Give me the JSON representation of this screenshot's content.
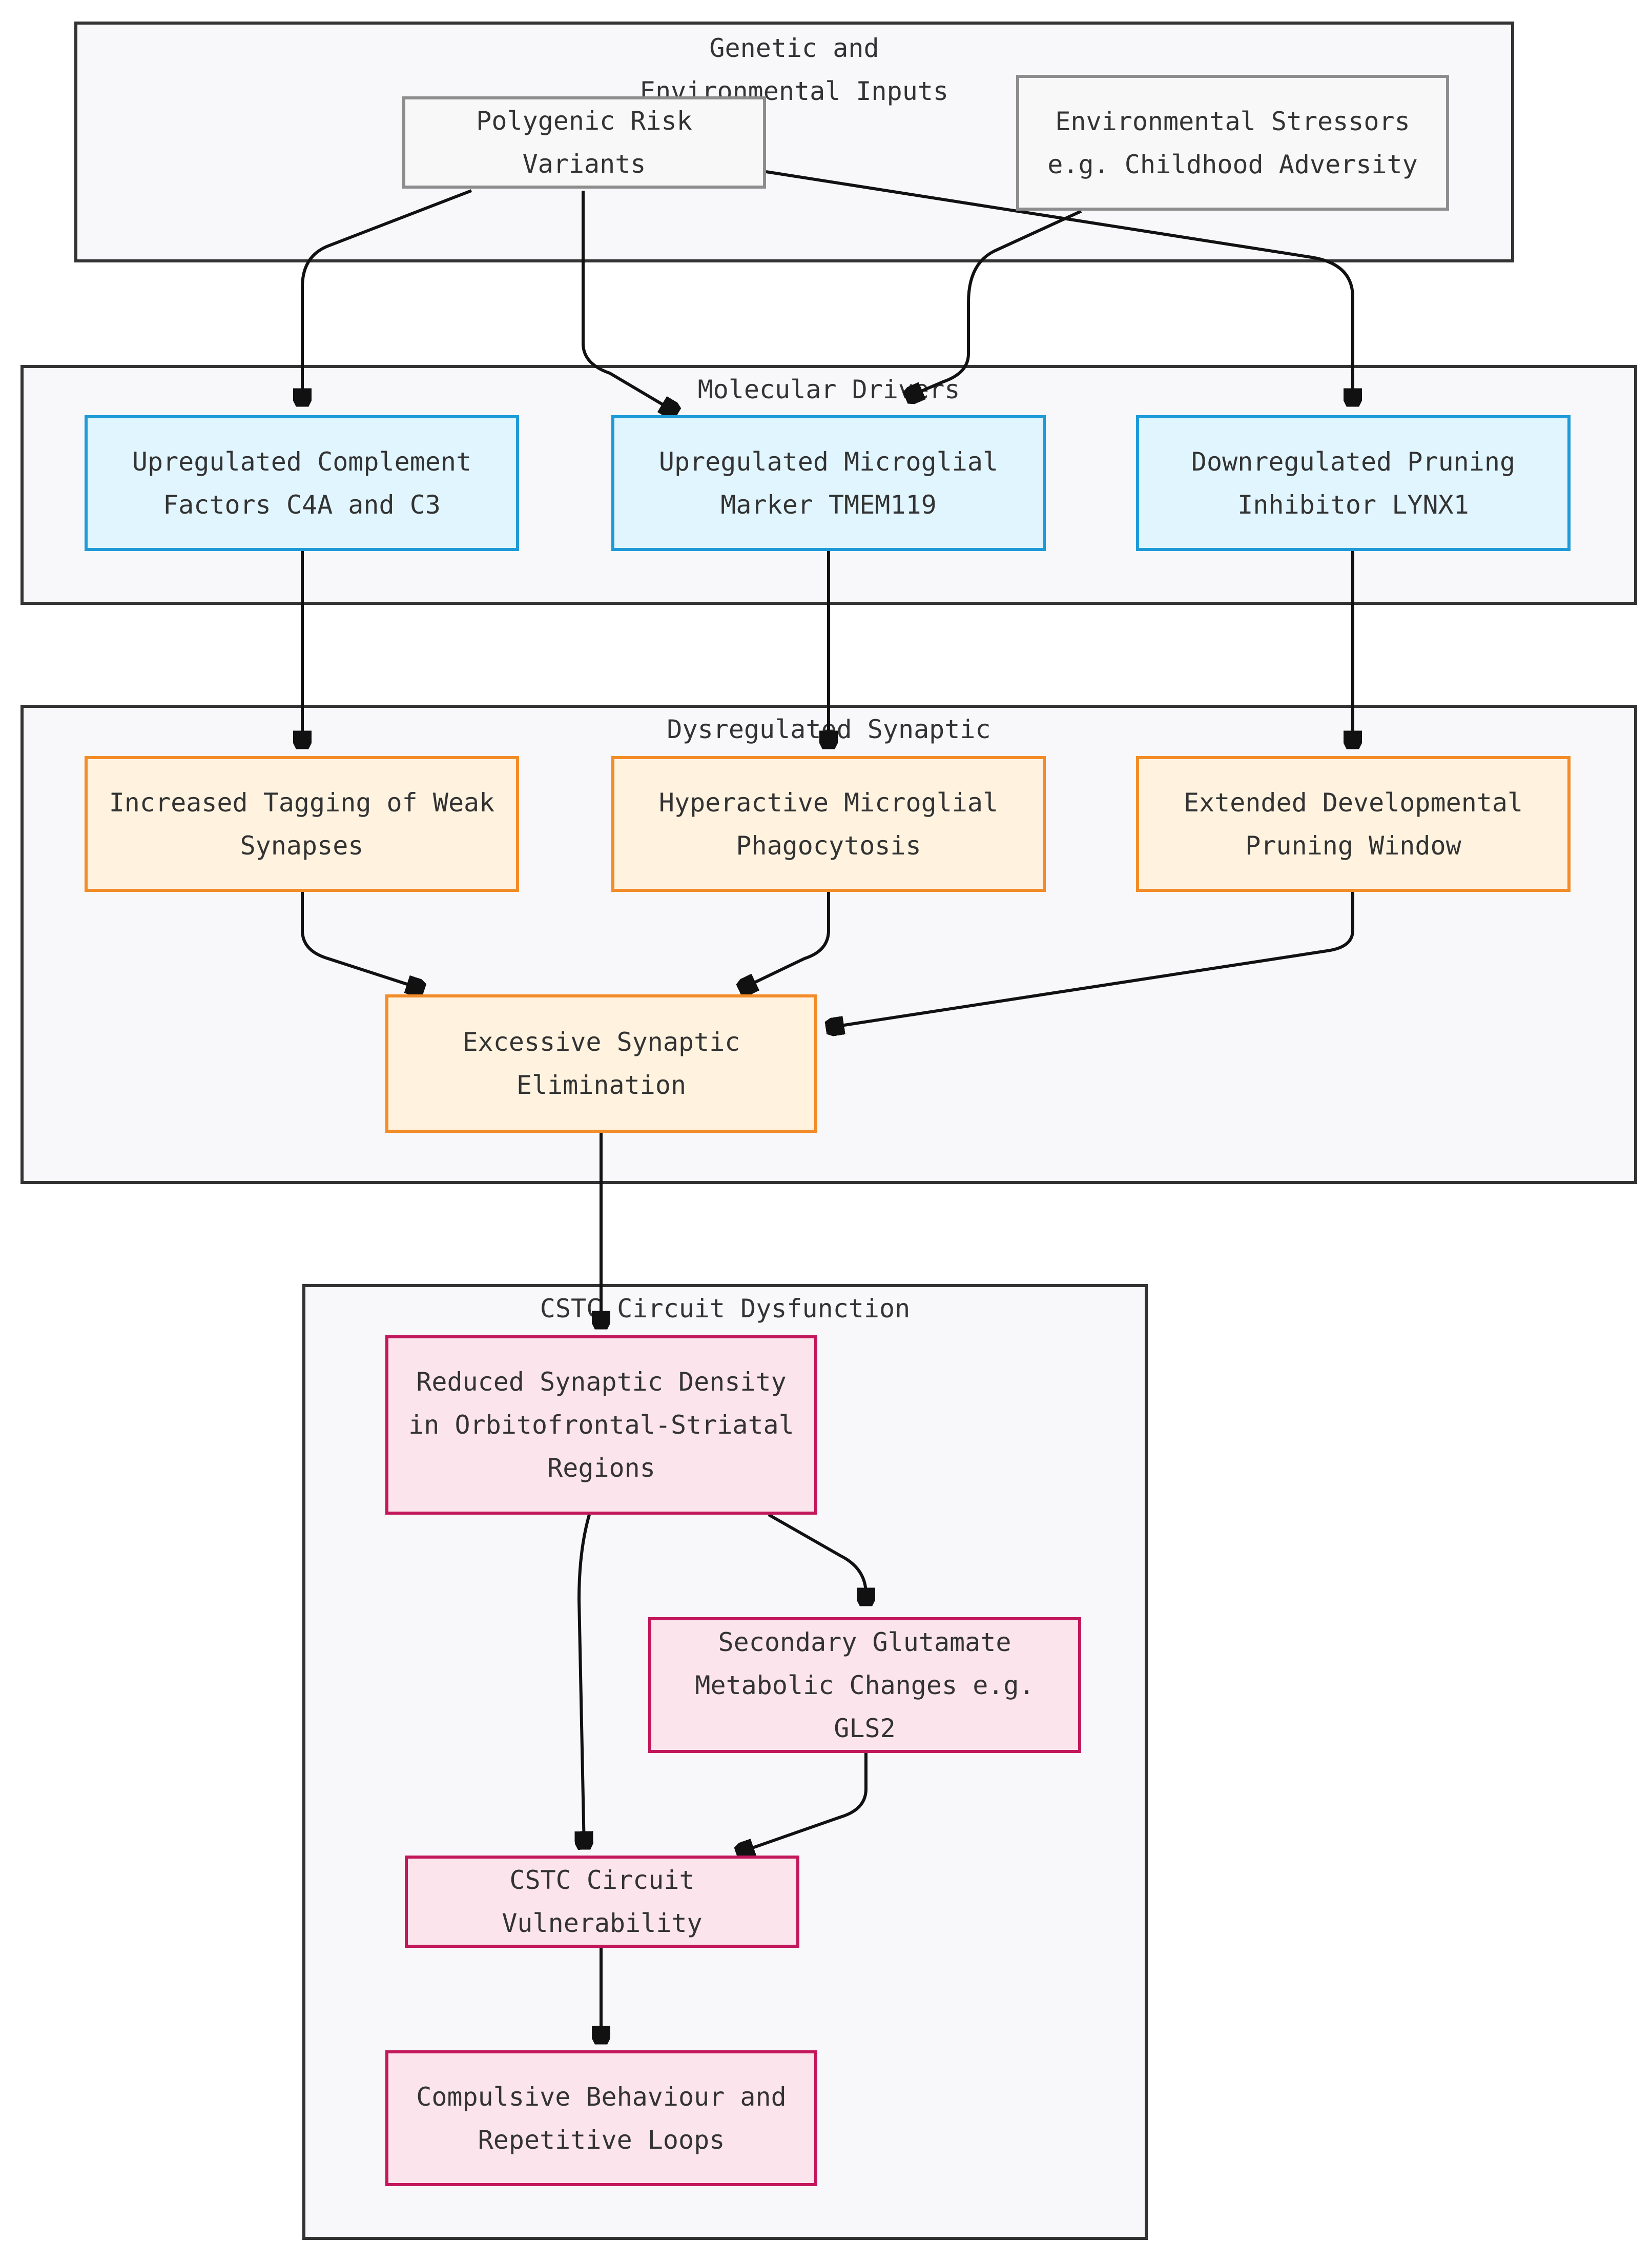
{
  "groups": {
    "inputs": {
      "title": "Genetic and Environmental Inputs"
    },
    "molecular": {
      "title": "Molecular Drivers"
    },
    "synaptic": {
      "title": "Dysregulated Synaptic"
    },
    "cstc": {
      "title": "CSTC Circuit Dysfunction"
    }
  },
  "nodes": {
    "polygenic": "Polygenic Risk Variants",
    "environmental": "Environmental Stressors e.g. Childhood Adversity",
    "complement": "Upregulated Complement Factors C4A and C3",
    "tmem119": "Upregulated Microglial Marker TMEM119",
    "lynx1": "Downregulated Pruning Inhibitor LYNX1",
    "tagging": "Increased Tagging of Weak Synapses",
    "phagocytosis": "Hyperactive Microglial Phagocytosis",
    "window": "Extended Developmental Pruning Window",
    "elimination": "Excessive Synaptic Elimination",
    "density": "Reduced Synaptic Density in Orbitofrontal-Striatal Regions",
    "glutamate": "Secondary Glutamate Metabolic Changes e.g. GLS2",
    "vulnerability": "CSTC Circuit Vulnerability",
    "compulsive": "Compulsive Behaviour and Repetitive Loops"
  },
  "edges": [
    {
      "from": "polygenic",
      "to": "complement"
    },
    {
      "from": "polygenic",
      "to": "tmem119"
    },
    {
      "from": "polygenic",
      "to": "lynx1"
    },
    {
      "from": "environmental",
      "to": "tmem119"
    },
    {
      "from": "complement",
      "to": "tagging"
    },
    {
      "from": "tmem119",
      "to": "phagocytosis"
    },
    {
      "from": "lynx1",
      "to": "window"
    },
    {
      "from": "tagging",
      "to": "elimination"
    },
    {
      "from": "phagocytosis",
      "to": "elimination"
    },
    {
      "from": "window",
      "to": "elimination"
    },
    {
      "from": "elimination",
      "to": "density"
    },
    {
      "from": "density",
      "to": "glutamate"
    },
    {
      "from": "density",
      "to": "vulnerability"
    },
    {
      "from": "glutamate",
      "to": "vulnerability"
    },
    {
      "from": "vulnerability",
      "to": "compulsive"
    }
  ],
  "colors": {
    "plain_fill": "#f8f8f8",
    "plain_stroke": "#8d8d8d",
    "blue_fill": "#e1f5fe",
    "blue_stroke": "#1e9bd7",
    "orange_fill": "#fff3e0",
    "orange_stroke": "#f28c28",
    "pink_fill": "#fce4ec",
    "pink_stroke": "#c2185b",
    "edge": "#111111"
  }
}
